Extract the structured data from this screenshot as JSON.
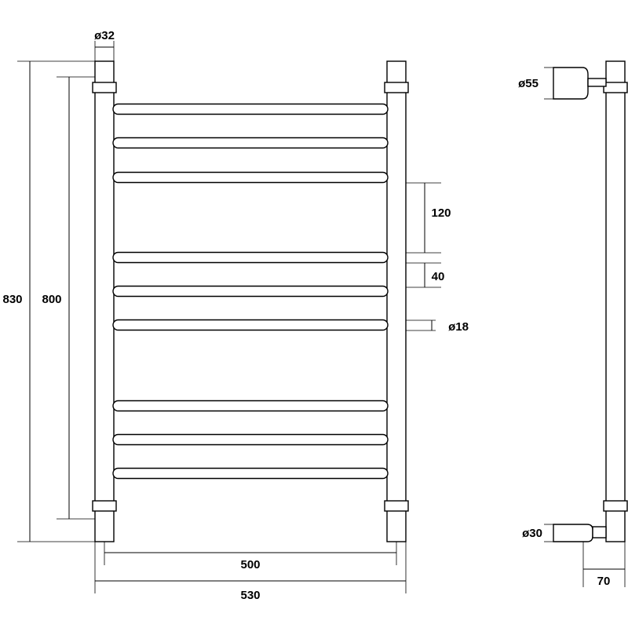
{
  "colors": {
    "line": "#000000",
    "background": "#ffffff"
  },
  "dimensions": {
    "post_diameter": "ø32",
    "overall_height": "830",
    "center_height": "800",
    "rung_spacing": "120",
    "rung_gap": "40",
    "rung_diameter": "ø18",
    "center_width": "500",
    "overall_width": "530",
    "flange_diameter": "ø55",
    "connector_diameter": "ø30",
    "wall_offset": "70"
  }
}
